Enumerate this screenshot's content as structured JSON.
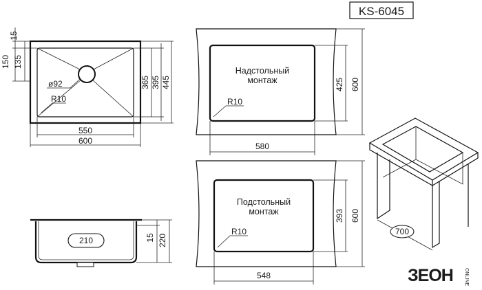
{
  "model_code": "KS-6045",
  "top_view": {
    "dim_15": "15",
    "dim_150": "150",
    "dim_135": "135",
    "drain_label": "ø92",
    "radius": "R10",
    "dim_365": "365",
    "dim_395": "395",
    "dim_445": "445",
    "dim_550": "550",
    "dim_600": "600"
  },
  "overmount": {
    "title_line1": "Надстольный",
    "title_line2": "монтаж",
    "radius": "R10",
    "dim_width": "580",
    "dim_depth": "425",
    "dim_outer": "600"
  },
  "undermount": {
    "title_line1": "Подстольный",
    "title_line2": "монтаж",
    "radius": "R10",
    "dim_width": "548",
    "dim_depth": "393",
    "dim_outer": "600"
  },
  "section": {
    "dim_210": "210",
    "dim_15": "15",
    "dim_220": "220"
  },
  "iso": {
    "dim_700": "700"
  },
  "logo": {
    "text": "ЗЕОН",
    "sub": "ONLINE"
  }
}
